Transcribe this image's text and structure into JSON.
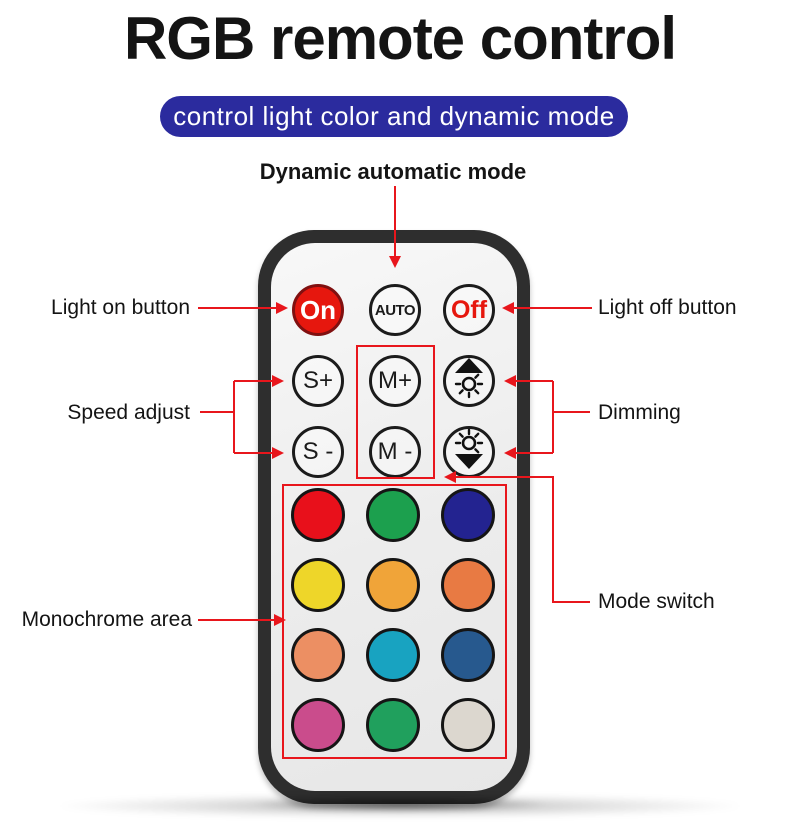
{
  "header": {
    "title": "RGB remote control",
    "subtitle_pill": {
      "text": "control light color and dynamic mode",
      "bg_color": "#2b2b9e",
      "text_color": "#ffffff"
    }
  },
  "annotations": {
    "accent_color": "#e8161c",
    "top_label": "Dynamic automatic mode",
    "light_on_label": "Light on button",
    "light_off_label": "Light off button",
    "speed_adjust_label": "Speed adjust",
    "dimming_label": "Dimming",
    "monochrome_label": "Monochrome area",
    "mode_switch_label": "Mode switch"
  },
  "remote": {
    "body_color": "#2e2e2e",
    "face_color": "#ececec",
    "buttons": {
      "on": {
        "label": "On",
        "bg": "#e6170e",
        "text_color": "#ffffff"
      },
      "auto": {
        "label": "AUTO",
        "text_color": "#1b1b1b"
      },
      "off": {
        "label": "Off",
        "text_color": "#e6170e"
      },
      "speed_up": {
        "label": "S+"
      },
      "mode_up": {
        "label": "M+"
      },
      "brightness_up": {
        "icon": "brightness-up-icon"
      },
      "speed_down": {
        "label": "S -"
      },
      "mode_down": {
        "label": "M -"
      },
      "brightness_down": {
        "icon": "brightness-down-icon"
      }
    },
    "color_buttons": [
      "#e8101b",
      "#1ca04e",
      "#232390",
      "#eed629",
      "#f0a439",
      "#e87a43",
      "#ec8f63",
      "#18a3c1",
      "#27598e",
      "#ca4c8c",
      "#20a05d",
      "#dcd7cf"
    ]
  }
}
